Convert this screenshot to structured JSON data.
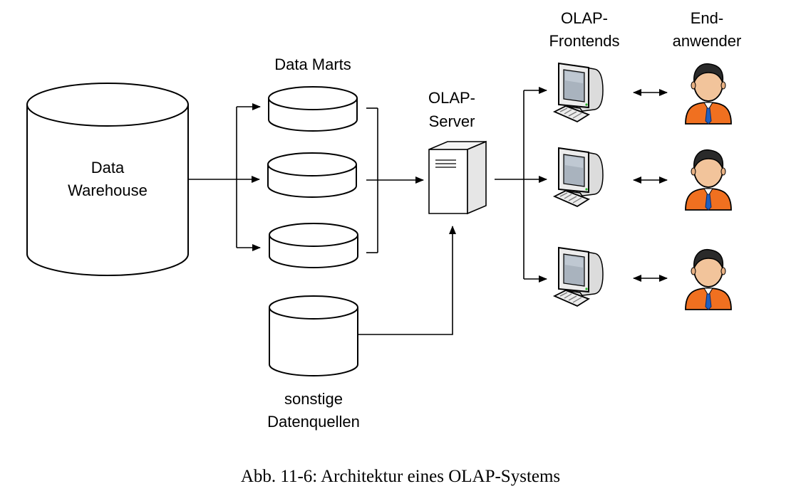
{
  "nodes": {
    "data_warehouse": {
      "line1": "Data",
      "line2": "Warehouse"
    },
    "data_marts": {
      "label": "Data Marts"
    },
    "olap_server": {
      "line1": "OLAP-",
      "line2": "Server"
    },
    "other_sources": {
      "line1": "sonstige",
      "line2": "Datenquellen"
    },
    "frontends": {
      "line1": "OLAP-",
      "line2": "Frontends"
    },
    "end_users": {
      "line1": "End-",
      "line2": "anwender"
    }
  },
  "caption": "Abb. 11-6: Architektur eines OLAP-Systems",
  "colors": {
    "line": "#000000",
    "monitor_body": "#e9e9e9",
    "monitor_screen": "#a9b3be",
    "skin": "#f2c49b",
    "hair": "#2a2a2a",
    "shirt": "#f07020",
    "tie": "#1f5fbf"
  },
  "icons": [
    "computer-icon",
    "end-user-icon",
    "server-icon"
  ]
}
